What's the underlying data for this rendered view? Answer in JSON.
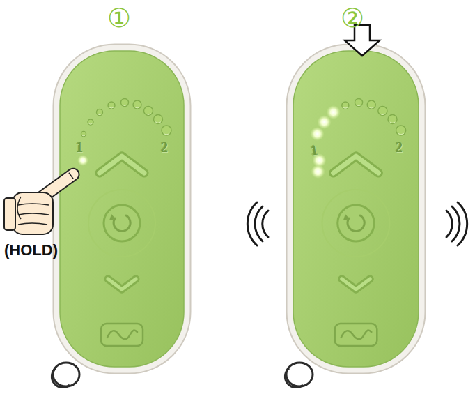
{
  "diagram": {
    "nodes": [
      {
        "text": [
          "1",
          "2"
        ]
      },
      {
        "text": [
          "1",
          "2"
        ]
      }
    ],
    "labels": [
      "①",
      "②",
      "(HOLD)"
    ]
  }
}
